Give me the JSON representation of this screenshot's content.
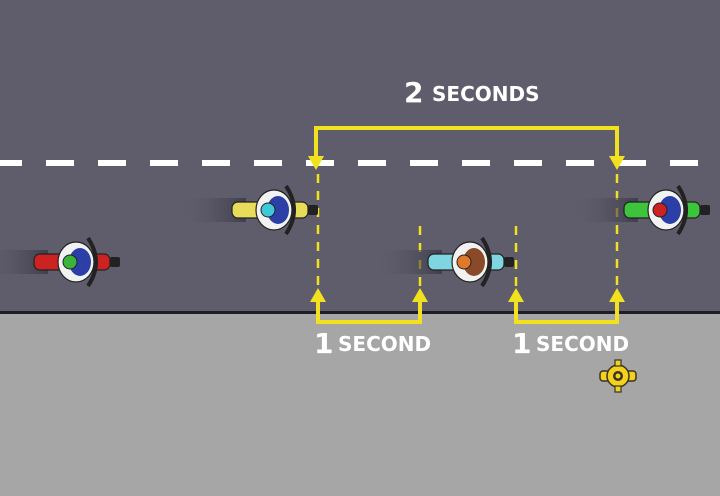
{
  "labels": {
    "top_number": "2",
    "top_unit": "SECONDS",
    "left_number": "1",
    "left_unit": "SECOND",
    "right_number": "1",
    "right_unit": "SECOND"
  },
  "colors": {
    "road": "#5f5d6c",
    "sidewalk": "#a6a6a6",
    "bracket": "#f2e11e",
    "lane_marking": "#ffffff",
    "hydrant": "#f2d21e"
  },
  "motorcycles": [
    {
      "name": "motorcycle-red",
      "body": "#cc2222",
      "rider": "#2b3fa6",
      "helmet": "#3cb43c"
    },
    {
      "name": "motorcycle-yellow",
      "body": "#e8dc5a",
      "rider": "#2b3fa6",
      "helmet": "#40c8d8"
    },
    {
      "name": "motorcycle-cyan",
      "body": "#7fd6e0",
      "rider": "#8a4a2a",
      "helmet": "#e07a2a"
    },
    {
      "name": "motorcycle-green",
      "body": "#3cc43c",
      "rider": "#2b3fa6",
      "helmet": "#cc2222"
    }
  ]
}
